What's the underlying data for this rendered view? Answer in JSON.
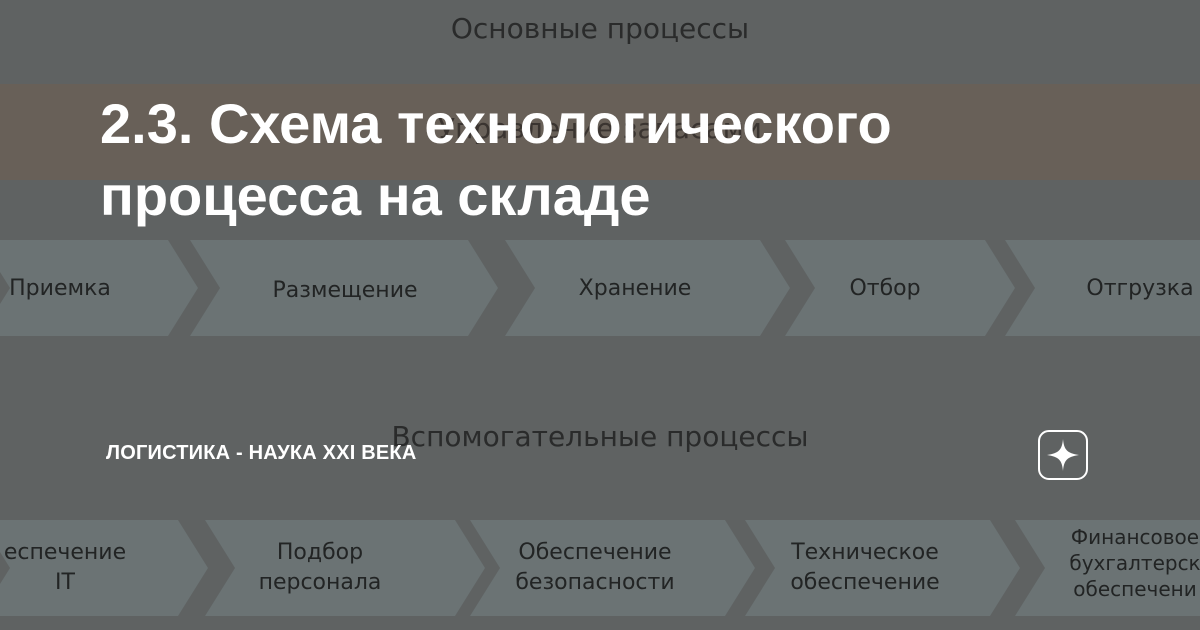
{
  "title": "2.3. Схема технологического процесса на складе",
  "channel_name": "ЛОГИСТИКА - НАУКА XXI ВЕКА",
  "logo_icon": "zen-star-icon",
  "background": {
    "main_heading": "Основные процессы",
    "band_text": "Управление запасами",
    "main_steps": [
      "Приемка",
      "Размещение",
      "Хранение",
      "Отбор",
      "Отгрузка"
    ],
    "support_heading": "Вспомогательные процессы",
    "support_steps": [
      "еспечение\nIT",
      "Подбор\nперсонала",
      "Обеспечение\nбезопасности",
      "Техническое\nобеспечение",
      "Финансовое\nбухгалтерск\nобеспечени"
    ]
  },
  "colors": {
    "overlay_bg": "#5f6262",
    "chevron_fill": "#6b7374",
    "band_fill": "#686058",
    "text_white": "#ffffff"
  }
}
